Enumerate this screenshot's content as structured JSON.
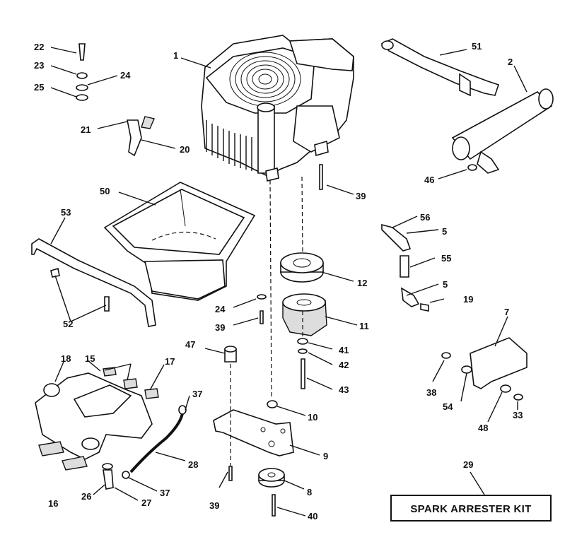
{
  "labels": {
    "l1": "1",
    "l2": "2",
    "l5a": "5",
    "l5b": "5",
    "l7": "7",
    "l8": "8",
    "l9": "9",
    "l10": "10",
    "l11": "11",
    "l12": "12",
    "l15": "15",
    "l16": "16",
    "l17": "17",
    "l18": "18",
    "l19": "19",
    "l20": "20",
    "l21": "21",
    "l22": "22",
    "l23": "23",
    "l24a": "24",
    "l24b": "24",
    "l25": "25",
    "l26": "26",
    "l27": "27",
    "l28": "28",
    "l29": "29",
    "l33": "33",
    "l37a": "37",
    "l37b": "37",
    "l38": "38",
    "l39a": "39",
    "l39b": "39",
    "l39c": "39",
    "l40": "40",
    "l41": "41",
    "l42": "42",
    "l43": "43",
    "l46": "46",
    "l47": "47",
    "l48": "48",
    "l50": "50",
    "l51": "51",
    "l52": "52",
    "l53": "53",
    "l54": "54",
    "l55": "55",
    "l56": "56"
  },
  "kit": {
    "label": "SPARK ARRESTER KIT"
  }
}
